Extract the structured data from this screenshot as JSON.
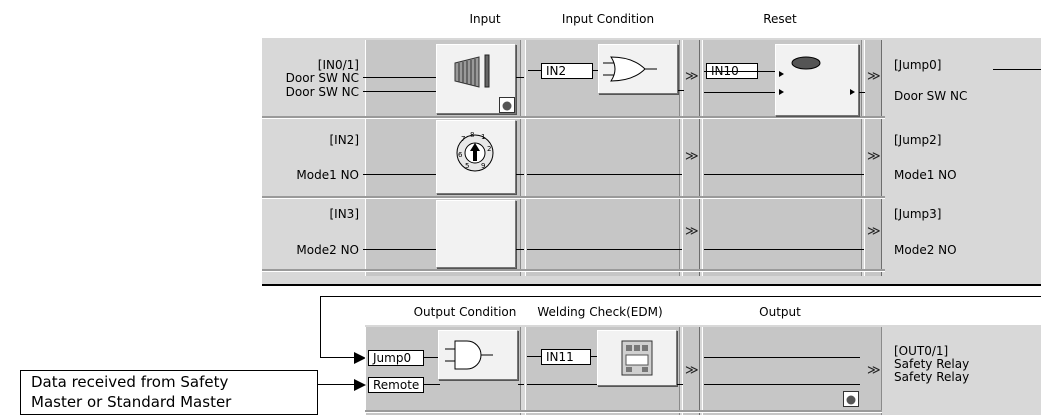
{
  "top_headers": {
    "input": "Input",
    "input_condition": "Input Condition",
    "reset": "Reset"
  },
  "rows": [
    {
      "in_tag": "[IN0/1]",
      "in_desc": [
        "Door SW NC",
        "Door SW NC"
      ],
      "cond_tag": "IN2",
      "reset_tag": "IN10",
      "jump_tag": "[Jump0]",
      "jump_desc": "Door SW NC",
      "input_icon": "light-curtain-icon"
    },
    {
      "in_tag": "[IN2]",
      "in_desc": [
        "Mode1 NO"
      ],
      "jump_tag": "[Jump2]",
      "jump_desc": "Mode1 NO",
      "input_icon": "rotary-switch-icon"
    },
    {
      "in_tag": "[IN3]",
      "in_desc": [
        "Mode2 NO"
      ],
      "jump_tag": "[Jump3]",
      "jump_desc": "Mode2 NO",
      "input_icon": ""
    }
  ],
  "bottom_headers": {
    "output_condition": "Output Condition",
    "welding_check": "Welding Check(EDM)",
    "output": "Output"
  },
  "output_row": {
    "cond_tags": [
      "Jump0",
      "Remote"
    ],
    "edm_tag": "IN11",
    "out_tag": "[OUT0/1]",
    "out_desc": [
      "Safety Relay",
      "Safety Relay"
    ]
  },
  "callout": [
    "Data received from Safety",
    "Master or Standard Master"
  ],
  "icons": {
    "gate": "or-gate-icon",
    "and_gate": "and-gate-icon",
    "reset_button": "reset-button-icon",
    "relay": "relay-icon",
    "chevron": "chevron-down-icon",
    "corner_badge": "dropdown-badge-icon"
  },
  "colors": {
    "panel": "#d8d8d8",
    "column": "#c6c6c6",
    "block": "#f2f2f2"
  }
}
